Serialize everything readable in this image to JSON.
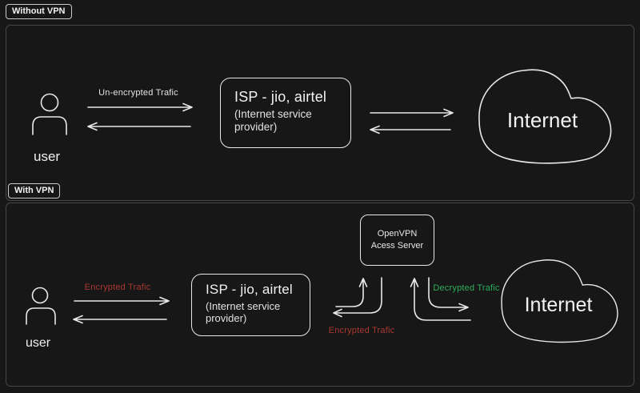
{
  "colors": {
    "background": "#171717",
    "stroke": "#e8e8e8",
    "panel_border": "#464646",
    "encrypted_traffic": "#a93731",
    "decrypted_traffic": "#2cae5c"
  },
  "tags": {
    "without_vpn": "Without VPN",
    "with_vpn": "With VPN"
  },
  "without_vpn_section": {
    "user_label": "user",
    "traffic_label": "Un-encrypted Trafic",
    "isp_box": {
      "title": "ISP - jio, airtel",
      "subtitle": "(Internet service provider)"
    },
    "cloud_label": "Internet"
  },
  "with_vpn_section": {
    "user_label": "user",
    "encrypted_label_user_isp": "Encrypted Trafic",
    "encrypted_label_isp_vpn": "Encrypted Trafic",
    "decrypted_label": "Decrypted Trafic",
    "isp_box": {
      "title": "ISP - jio, airtel",
      "subtitle": "(Internet service provider)"
    },
    "vpn_box": {
      "line1": "OpenVPN",
      "line2": "Acess Server"
    },
    "cloud_label": "Internet"
  }
}
